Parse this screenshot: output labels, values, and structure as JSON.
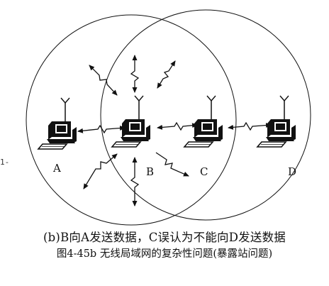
{
  "diagram": {
    "stations": [
      {
        "id": "A",
        "label": "A"
      },
      {
        "id": "B",
        "label": "B"
      },
      {
        "id": "C",
        "label": "C"
      },
      {
        "id": "D",
        "label": "D"
      }
    ],
    "margin_mark": "1-"
  },
  "caption": {
    "main": "(b)B向A发送数据，C误认为不能向D发送数据",
    "sub": "图4-45b 无线局域网的复杂性问题(暴露站问题)"
  }
}
